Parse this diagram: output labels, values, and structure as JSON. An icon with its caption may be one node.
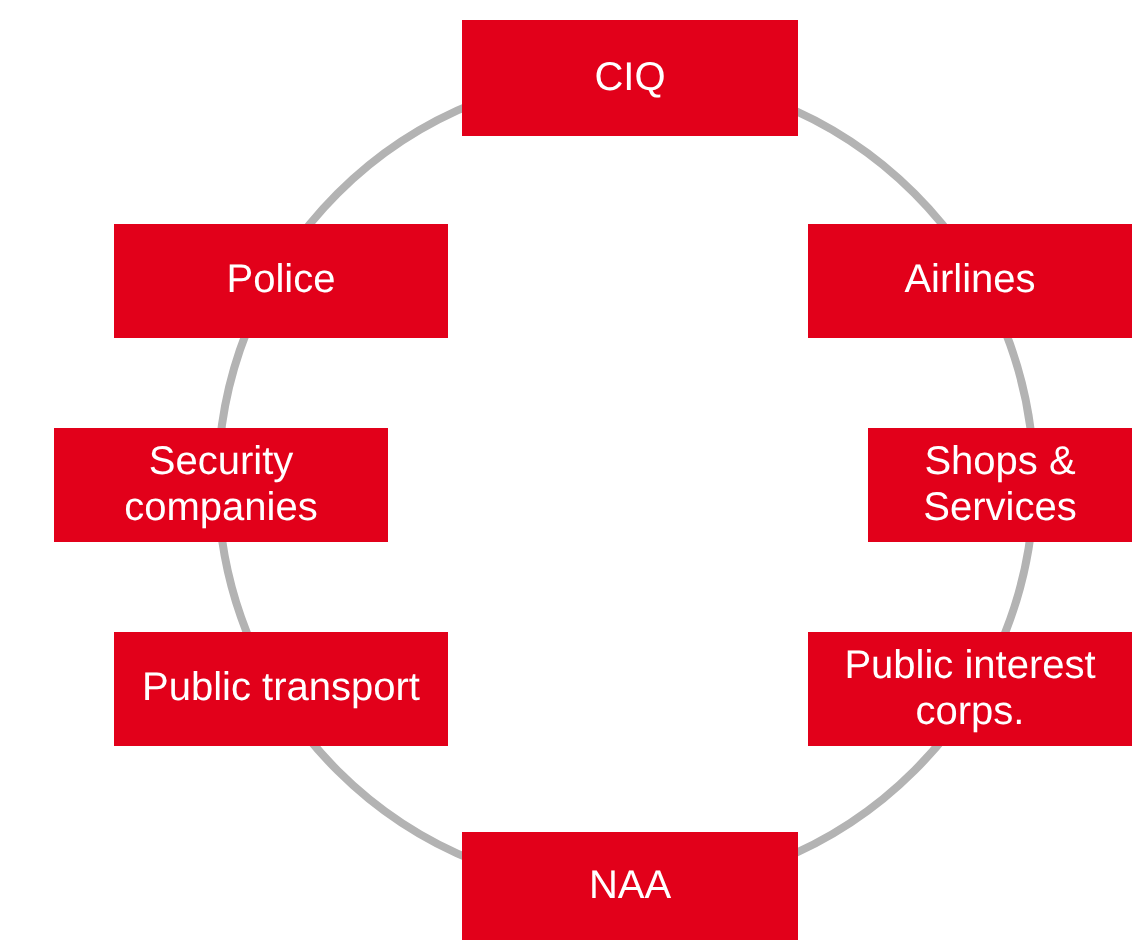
{
  "diagram": {
    "nodes": [
      {
        "text": [
          "CIQ"
        ]
      },
      {
        "text": [
          "Police"
        ]
      },
      {
        "text": [
          "Airlines"
        ]
      },
      {
        "text": [
          "Security companies"
        ]
      },
      {
        "text": [
          "Shops & Services"
        ]
      },
      {
        "text": [
          "Public transport"
        ]
      },
      {
        "text": [
          "Public interest corps."
        ]
      },
      {
        "text": [
          "NAA"
        ]
      }
    ]
  }
}
